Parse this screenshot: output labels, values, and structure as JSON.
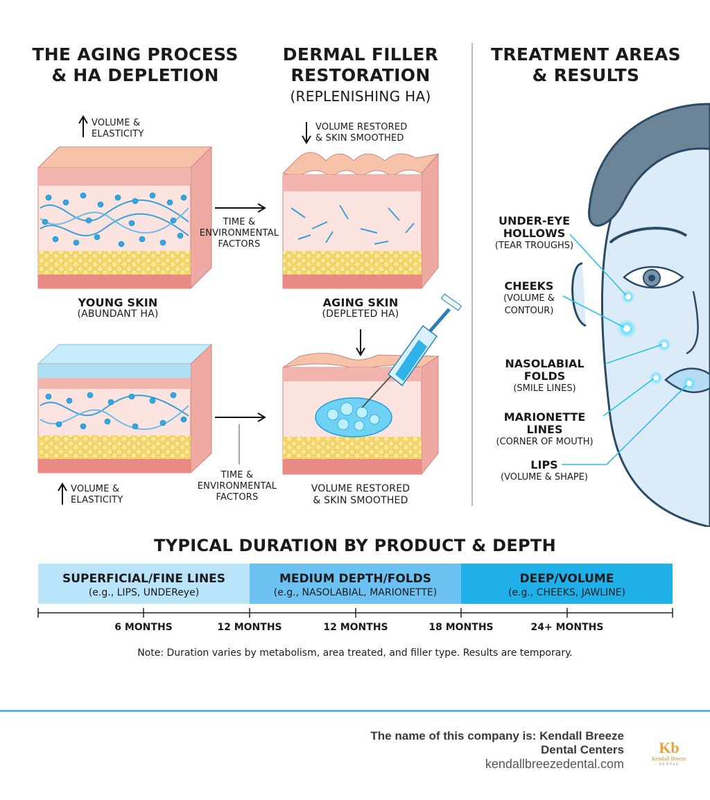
{
  "sections": {
    "aging": {
      "title_line1": "THE AGING PROCESS",
      "title_line2": "& HA DEPLETION"
    },
    "restoration": {
      "title_line1": "DERMAL FILLER",
      "title_line2": "RESTORATION",
      "subtitle": "(REPLENISHING HA)"
    },
    "treatment": {
      "title_line1": "TREATMENT AREAS",
      "title_line2": "& RESULTS"
    }
  },
  "diagram": {
    "young_top_arrow": {
      "line1": "VOLUME &",
      "line2": "ELASTICITY"
    },
    "aging_top_arrow": {
      "line1": "VOLUME RESTORED",
      "line2": "& SKIN SMOOTHED"
    },
    "time_factors_1": {
      "line1": "TIME &",
      "line2": "ENVIRONMENTAL",
      "line3": "FACTORS"
    },
    "young_skin": {
      "title": "YOUNG SKIN",
      "sub": "(ABUNDANT HA)"
    },
    "aging_skin": {
      "title": "AGING SKIN",
      "sub": "(DEPLETED HA)"
    },
    "young_bottom_arrow": {
      "line1": "VOLUME &",
      "line2": "ELASTICITY"
    },
    "time_factors_2": {
      "line1": "TIME &",
      "line2": "ENVIRONMENTAL",
      "line3": "FACTORS"
    },
    "restored": {
      "line1": "VOLUME RESTORED",
      "line2": "& SKIN SMOOTHED"
    }
  },
  "face_labels": [
    {
      "title_a": "UNDER-EYE",
      "title_b": "HOLLOWS",
      "sub": "(TEAR TROUGHS)"
    },
    {
      "title": "CHEEKS",
      "sub_a": "(VOLUME &",
      "sub_b": "CONTOUR)"
    },
    {
      "title": "NASOLABIAL FOLDS",
      "sub": "(SMILE LINES)"
    },
    {
      "title": "MARIONETTE LINES",
      "sub": "(CORNER OF MOUTH)"
    },
    {
      "title": "LIPS",
      "sub": "(VOLUME & SHAPE)"
    }
  ],
  "duration": {
    "title": "TYPICAL DURATION BY PRODUCT & DEPTH",
    "segments": [
      {
        "title": "SUPERFICIAL/FINE LINES",
        "sub": "(e.g., LIPS, UNDEReye)",
        "color": "#b9e3f8"
      },
      {
        "title": "MEDIUM DEPTH/FOLDS",
        "sub": "(e.g., NASOLABIAL, MARIONETTE)",
        "color": "#6cc2f2"
      },
      {
        "title": "DEEP/VOLUME",
        "sub": "(e.g., CHEEKS, JAWLINE)",
        "color": "#1fb0ea"
      }
    ],
    "ticks": [
      "6 MONTHS",
      "12 MONTHS",
      "12 MONTHS",
      "18 MONTHS",
      "24+ MONTHS"
    ],
    "note": "Note: Duration varies by metabolism, area treated, and filler type. Results are temporary."
  },
  "footer": {
    "company_line1": "The name of this company is: Kendall Breeze",
    "company_line2": "Dental Centers",
    "website": "kendallbreezedental.com",
    "logo_initials": "Kb",
    "logo_name": "Kendall Breeze",
    "logo_sub": "DENTAL"
  },
  "colors": {
    "accent": "#29b6ea",
    "skin_pink": "#f3b9b4",
    "fat_yellow": "#f6dc7a",
    "ha_blue": "#3aa9de"
  }
}
